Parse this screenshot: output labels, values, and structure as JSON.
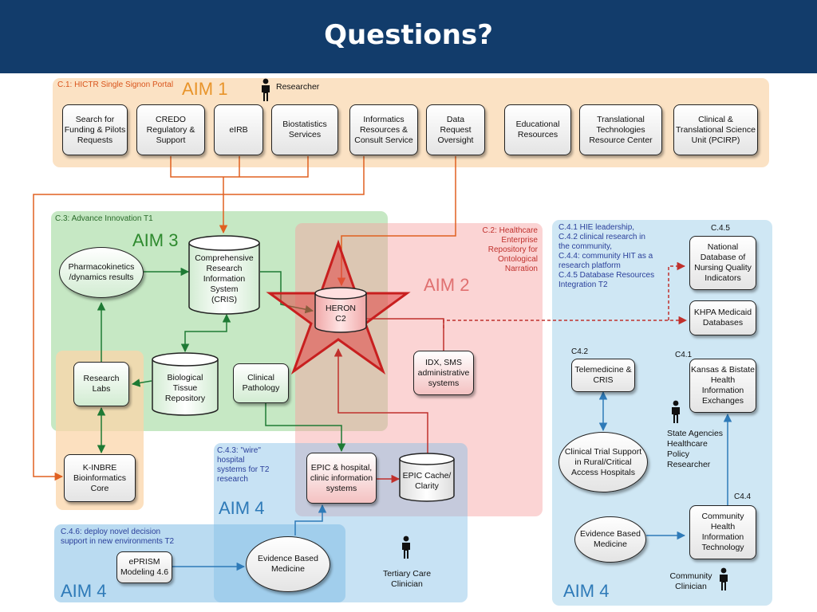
{
  "header": {
    "title": "Questions?"
  },
  "colors": {
    "header_bg": "#123c6b",
    "orange_arrow": "#e06020",
    "green_arrow": "#1e7a34",
    "red_arrow": "#c0302c",
    "blue_arrow": "#2e7ab8",
    "dashed_arrow": "#c0302c"
  },
  "regions": {
    "c1": {
      "label": "C.1: HICTR Single Signon Portal",
      "aim": "AIM 1"
    },
    "c3": {
      "label": "C.3: Advance Innovation T1",
      "aim": "AIM 3"
    },
    "c2": {
      "label": "C.2: Healthcare Enterprise Repository for Ontological Narration",
      "label_lines": [
        "C.2: Healthcare",
        "Enterprise",
        "Repository for",
        "Ontological",
        "Narration"
      ],
      "aim": "AIM 2"
    },
    "c43": {
      "label_lines": [
        "C.4.3: \"wire\"",
        "hospital",
        "systems for T2",
        "research"
      ],
      "aim": "AIM 4"
    },
    "c46": {
      "label_lines": [
        "C.4.6: deploy novel decision",
        "support in new environments T2"
      ],
      "aim": "AIM 4"
    },
    "c4": {
      "label_lines": [
        "C.4.1 HIE leadership,",
        "C.4.2 clinical research in",
        "the community,",
        "C.4.4: community HIT as a",
        "research platform",
        "C.4.5 Database Resources",
        "Integration T2"
      ],
      "aim": "AIM 4"
    }
  },
  "aim1_boxes": [
    {
      "lines": [
        "Search for",
        "Funding & Pilots",
        "Requests"
      ]
    },
    {
      "lines": [
        "CREDO",
        "Regulatory &",
        "Support"
      ]
    },
    {
      "lines": [
        "eIRB"
      ]
    },
    {
      "lines": [
        "Biostatistics",
        "Services"
      ]
    },
    {
      "lines": [
        "Informatics",
        "Resources &",
        "Consult Service"
      ]
    },
    {
      "lines": [
        "Data",
        "Request",
        "Oversight"
      ]
    },
    {
      "lines": [
        "Educational",
        "Resources"
      ]
    },
    {
      "lines": [
        "Translational",
        "Technologies",
        "Resource Center"
      ]
    },
    {
      "lines": [
        "Clinical &",
        "Translational Science",
        "Unit (PCIRP)"
      ]
    }
  ],
  "nodes": {
    "pharmaco": {
      "lines": [
        "Pharmacokinetics",
        "/dynamics results"
      ]
    },
    "cris": {
      "lines": [
        "Comprehensive",
        "Research",
        "Information",
        "System",
        "(CRIS)"
      ]
    },
    "research_labs": {
      "lines": [
        "Research",
        "Labs"
      ]
    },
    "bio_tissue": {
      "lines": [
        "Biological",
        "Tissue",
        "Repository"
      ]
    },
    "clinical_path": {
      "lines": [
        "Clinical",
        "Pathology"
      ]
    },
    "kinbre": {
      "lines": [
        "K-INBRE",
        "Bioinformatics",
        "Core"
      ]
    },
    "heron": {
      "lines": [
        "HERON",
        "C2"
      ]
    },
    "idx": {
      "lines": [
        "IDX, SMS",
        "administrative",
        "systems"
      ]
    },
    "epic_hosp": {
      "lines": [
        "EPIC & hospital,",
        "clinic information",
        "systems"
      ]
    },
    "epic_cache": {
      "lines": [
        "EPIC Cache/",
        "Clarity"
      ]
    },
    "eprism": {
      "lines": [
        "ePRISM",
        "Modeling 4.6"
      ]
    },
    "ebm_center": {
      "lines": [
        "Evidence Based",
        "Medicine"
      ]
    },
    "nndqi": {
      "lines": [
        "National",
        "Database of",
        "Nursing Quality",
        "Indicators"
      ]
    },
    "khpa": {
      "lines": [
        "KHPA Medicaid",
        "Databases"
      ]
    },
    "telemed": {
      "lines": [
        "Telemedicine &",
        "CRIS"
      ]
    },
    "kansas_hie": {
      "lines": [
        "Kansas & Bistate",
        "Health",
        "Information",
        "Exchanges"
      ]
    },
    "ctsupport": {
      "lines": [
        "Clinical Trial Support",
        "in Rural/Critical",
        "Access Hospitals"
      ]
    },
    "ebm_right": {
      "lines": [
        "Evidence Based",
        "Medicine"
      ]
    },
    "chit": {
      "lines": [
        "Community",
        "Health",
        "Information",
        "Technology"
      ]
    }
  },
  "tags": {
    "c45": "C.4.5",
    "c42": "C4.2",
    "c41": "C4.1",
    "c44": "C4.4"
  },
  "people": {
    "researcher": {
      "lines": [
        "Researcher"
      ]
    },
    "tertiary": {
      "lines": [
        "Tertiary Care",
        "Clinician"
      ]
    },
    "state": {
      "lines": [
        "State Agencies",
        "Healthcare",
        "Policy",
        "Researcher"
      ]
    },
    "community": {
      "lines": [
        "Community",
        "Clinician"
      ]
    }
  }
}
